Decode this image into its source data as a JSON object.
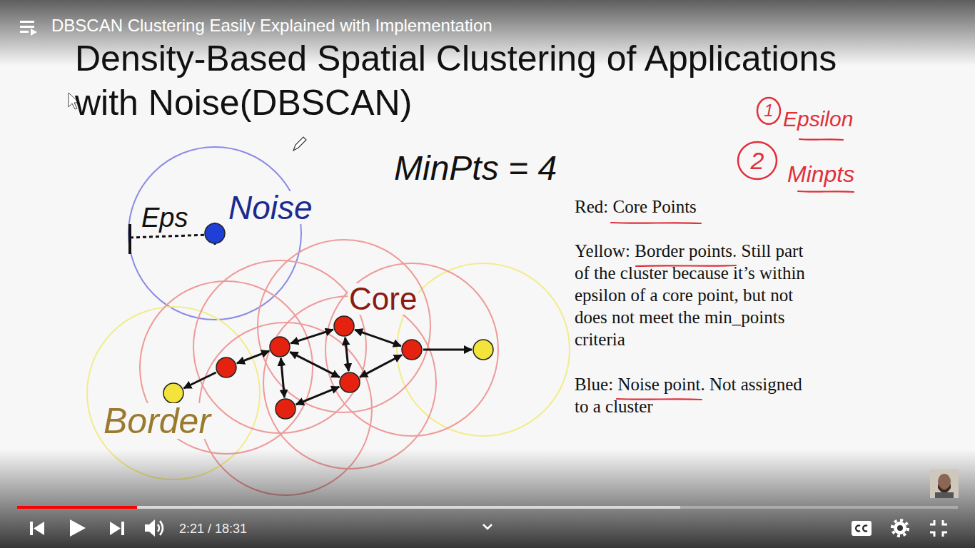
{
  "diagram": {
    "title": "Density-Based Spatial Clustering of Applications with Noise(DBSCAN)",
    "nodes": [
      {
        "text": [
          "1"
        ]
      },
      {
        "text": [
          "2"
        ]
      }
    ],
    "labels": [
      "DBSCAN Clustering Easily Explained with Implementation",
      "MinPts = 4",
      "Eps",
      "Noise",
      "Core",
      "Border",
      "Epsilon",
      "Minpts",
      "Red: Core Points",
      "Yellow: Border points. Still part of the cluster because it’s within epsilon of a core point, but not does not meet the min_points criteria",
      "Blue: Noise point. Not assigned to a cluster",
      "2:21 / 18:31"
    ]
  }
}
